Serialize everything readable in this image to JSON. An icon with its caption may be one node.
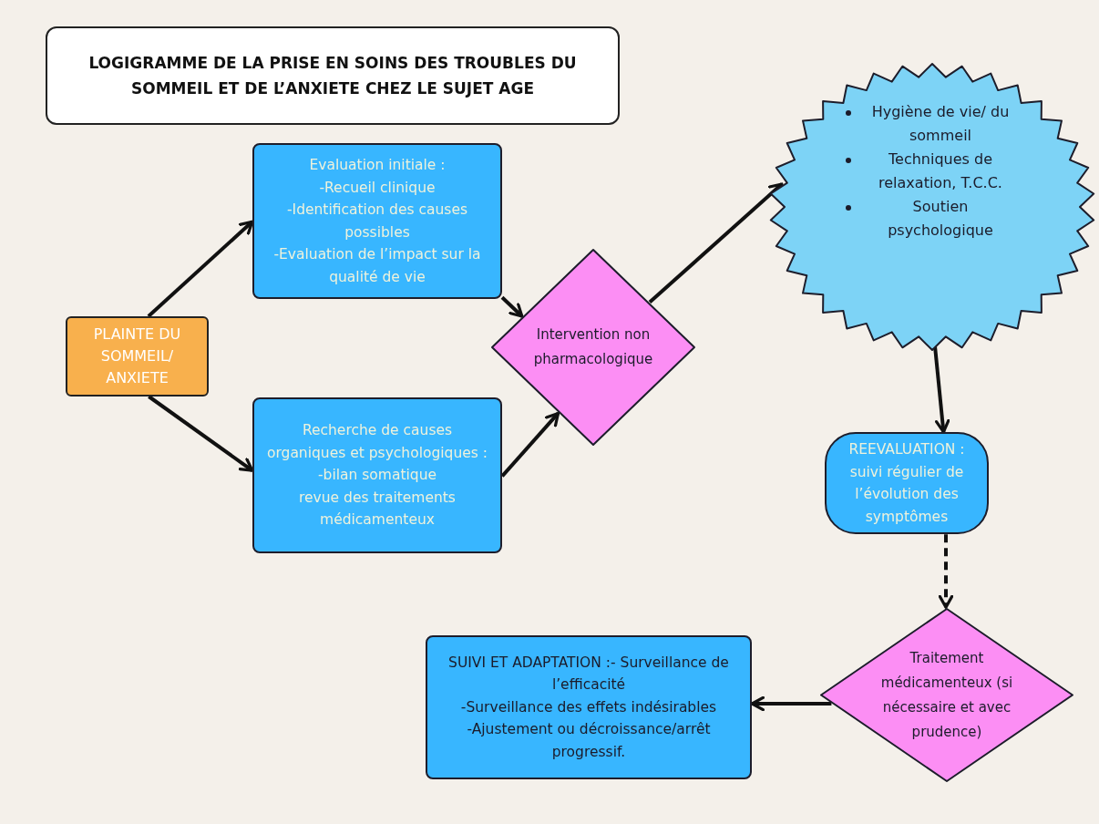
{
  "diagram": {
    "title": "LOGIGRAMME DE LA PRISE EN SOINS DES TROUBLES DU SOMMEIL ET DE L’ANXIETE CHEZ LE SUJET AGE",
    "nodes": [
      {
        "text": [
          "PLAINTE DU SOMMEIL/ ANXIETE"
        ]
      },
      {
        "text": [
          "Evaluation initiale :",
          "-Recueil clinique",
          "-Identification des causes possibles",
          "-Evaluation de l’impact sur la qualité de vie"
        ]
      },
      {
        "text": [
          "Recherche de causes organiques et psychologiques :",
          "-bilan somatique",
          "revue des traitements médicamenteux"
        ]
      },
      {
        "text": [
          "Intervention non pharmacologique"
        ]
      },
      {
        "text": [
          "Hygiène de vie/ du sommeil",
          "Techniques de relaxation, T.C.C.",
          "Soutien psychologique"
        ]
      },
      {
        "text": [
          "REEVALUATION :",
          "suivi régulier de l’évolution des symptômes"
        ]
      },
      {
        "text": [
          "Traitement médicamenteux (si nécessaire et avec prudence)"
        ]
      },
      {
        "text": [
          "SUIVI ET ADAPTATION :- Surveillance de l’efficacité",
          "-Surveillance des effets indésirables",
          "-Ajustement ou décroissance/arrêt progressif."
        ]
      }
    ],
    "edges": [
      {
        "from": 0,
        "to": 1,
        "arrow": "to"
      },
      {
        "from": 0,
        "to": 2,
        "arrow": "to"
      },
      {
        "from": 1,
        "to": 3,
        "arrow": "to"
      },
      {
        "from": 2,
        "to": 3,
        "arrow": "to"
      },
      {
        "from": 3,
        "to": 4,
        "arrow": "to"
      },
      {
        "from": 4,
        "to": 5,
        "arrow": "to"
      },
      {
        "from": 5,
        "to": 6,
        "arrow": "to",
        "style": "dashed"
      },
      {
        "from": 6,
        "to": 7,
        "arrow": "to"
      }
    ]
  }
}
